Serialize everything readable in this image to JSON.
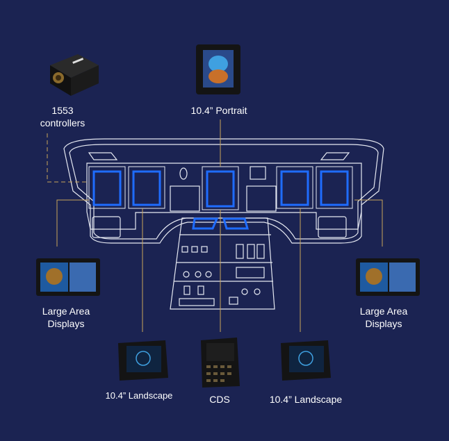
{
  "colors": {
    "background": "#1b2352",
    "line": "#e6e9f2",
    "screen_accent": "#1f6cff",
    "leader": "#c9a45a",
    "device_body": "#141414"
  },
  "labels": {
    "controllers_line1": "1553",
    "controllers_line2": "controllers",
    "portrait": "10.4” Portrait",
    "lad_left_line1": "Large Area",
    "lad_left_line2": "Displays",
    "lad_right_line1": "Large Area",
    "lad_right_line2": "Displays",
    "landscape_left": "10.4” Landscape",
    "cds": "CDS",
    "landscape_right": "10.4” Landscape"
  },
  "icons": [
    "controller-box-icon",
    "portrait-display-icon",
    "large-area-display-icon",
    "landscape-display-icon",
    "cds-unit-icon"
  ]
}
